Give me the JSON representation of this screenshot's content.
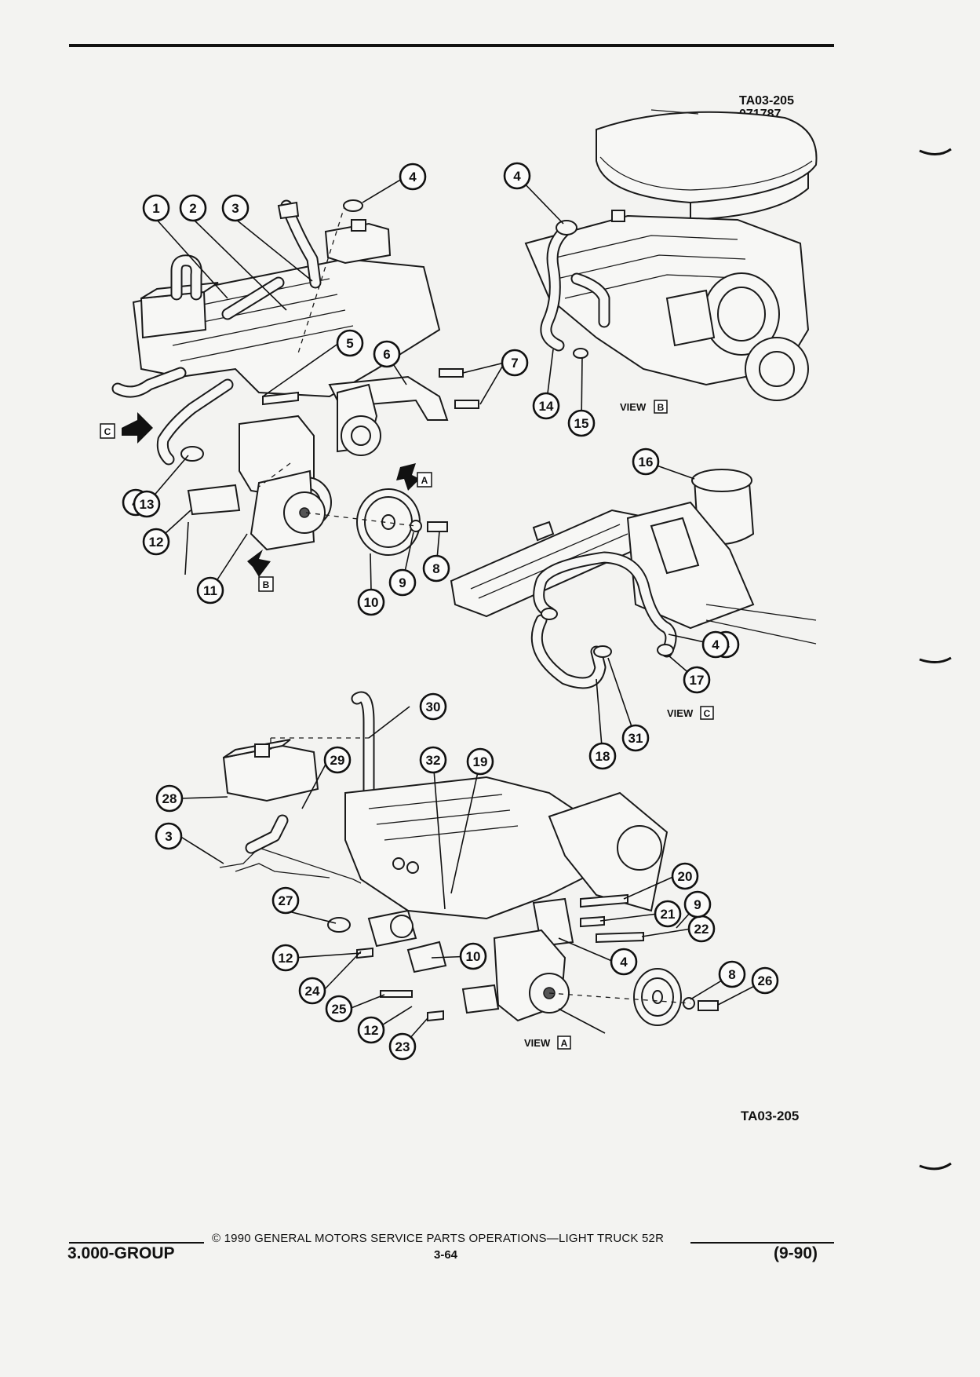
{
  "header": {
    "code": "TA03-205",
    "date": "071787"
  },
  "footer": {
    "code_bottom": "TA03-205",
    "copyright": "© 1990 GENERAL MOTORS SERVICE PARTS OPERATIONS—LIGHT TRUCK 52R",
    "group": "3.000-GROUP",
    "page": "3-64",
    "revision": "(9-90)"
  },
  "views": {
    "a": {
      "word": "VIEW",
      "letter": "A"
    },
    "b": {
      "word": "VIEW",
      "letter": "B"
    },
    "c": {
      "word": "VIEW",
      "letter": "C"
    }
  },
  "arrows": {
    "a": "A",
    "b": "B",
    "c": "C"
  },
  "callouts": [
    "1",
    "2",
    "3",
    "4",
    "4",
    "5",
    "6",
    "7",
    "4",
    "14",
    "15",
    "16",
    "4",
    "13",
    "12",
    "11",
    "10",
    "9",
    "8",
    "4",
    "17",
    "18",
    "31",
    "30",
    "29",
    "28",
    "3",
    "32",
    "19",
    "20",
    "21",
    "22",
    "4",
    "27",
    "12",
    "24",
    "10",
    "9",
    "8",
    "26",
    "25",
    "12",
    "23"
  ]
}
